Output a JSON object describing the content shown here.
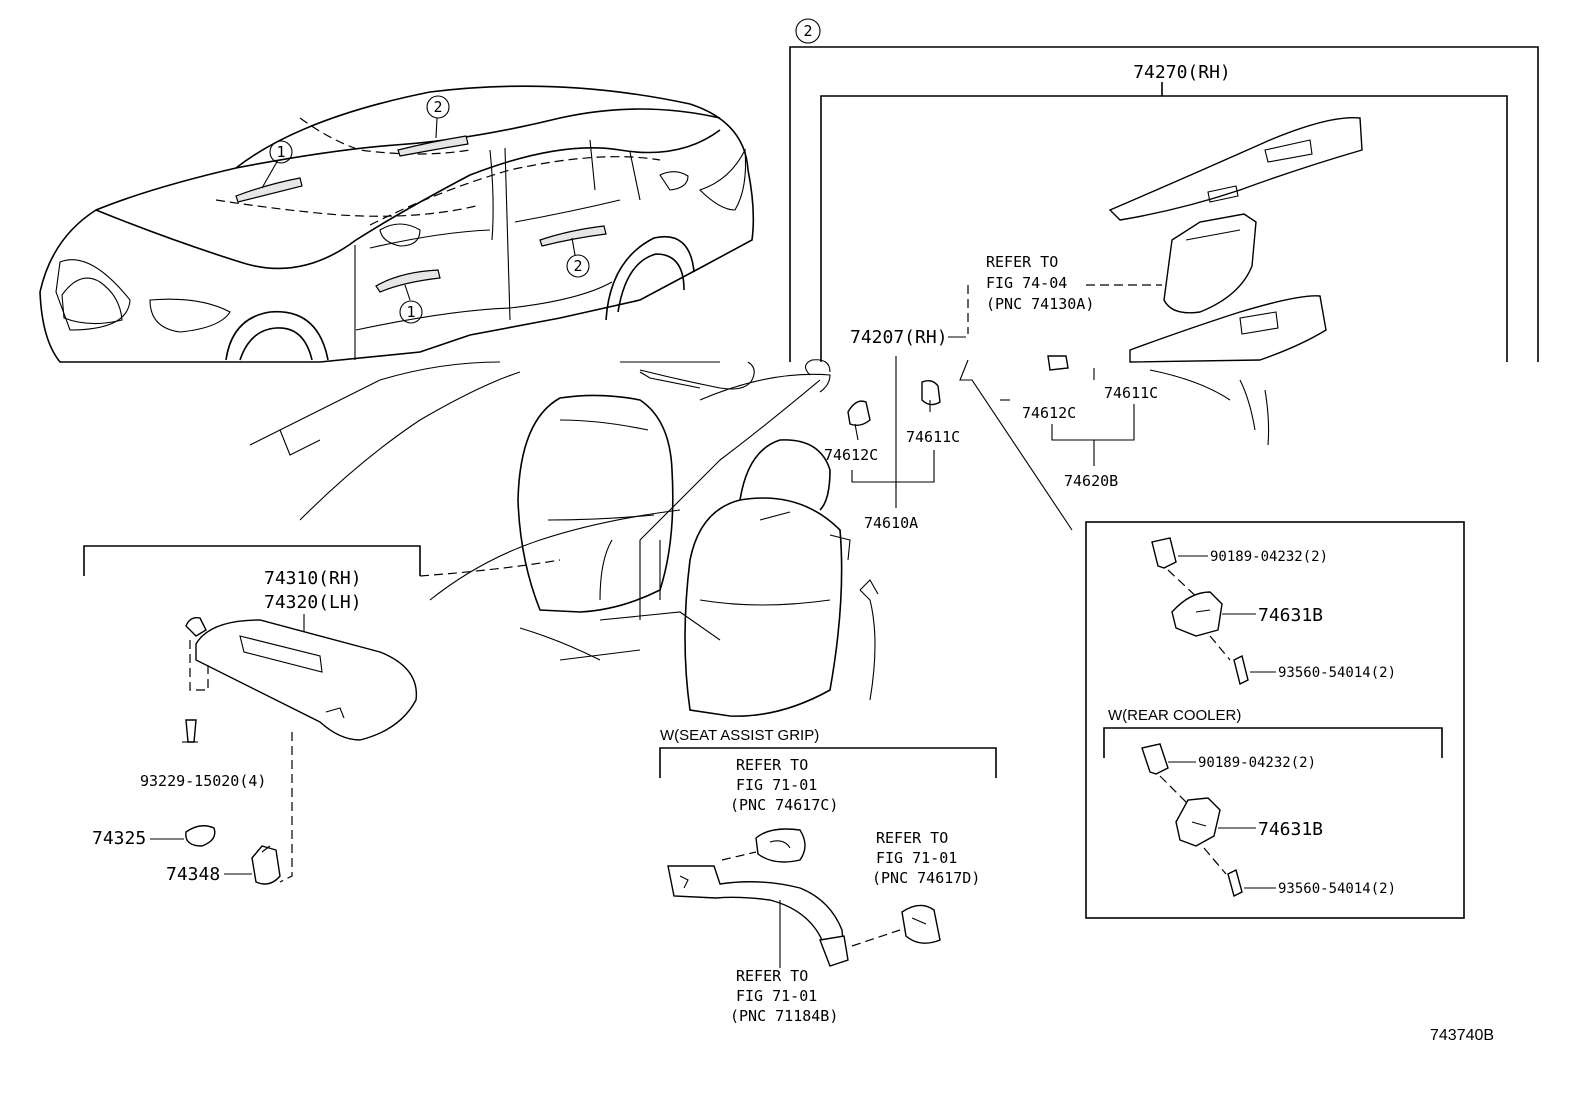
{
  "diagram_code": "743740B",
  "callouts": {
    "one": "1",
    "two": "2"
  },
  "parts": {
    "p74270": "74270(RH)",
    "p74207": "74207(RH)",
    "p74611c_a": "74611C",
    "p74612c_a": "74612C",
    "p74610a": "74610A",
    "p74612c_b": "74612C",
    "p74611c_b": "74611C",
    "p74620b": "74620B",
    "p74310": "74310(RH)",
    "p74320": "74320(LH)",
    "p93229": "93229-15020(4)",
    "p74325": "74325",
    "p74348": "74348",
    "p90189_a": "90189-04232(2)",
    "p74631b_a": "74631B",
    "p93560_a": "93560-54014(2)",
    "p90189_b": "90189-04232(2)",
    "p74631b_b": "74631B",
    "p93560_b": "93560-54014(2)"
  },
  "refs": {
    "r7404": [
      "REFER TO",
      "FIG 74-04",
      "(PNC 74130A)"
    ],
    "r74617c": [
      "REFER TO",
      "FIG 71-01",
      "(PNC 74617C)"
    ],
    "r74617d": [
      "REFER TO",
      "FIG 71-01",
      "(PNC 74617D)"
    ],
    "r71184b": [
      "REFER TO",
      "FIG 71-01",
      "(PNC 71184B)"
    ]
  },
  "groups": {
    "seat_assist_grip": "W(SEAT ASSIST GRIP)",
    "rear_cooler": "W(REAR COOLER)"
  }
}
